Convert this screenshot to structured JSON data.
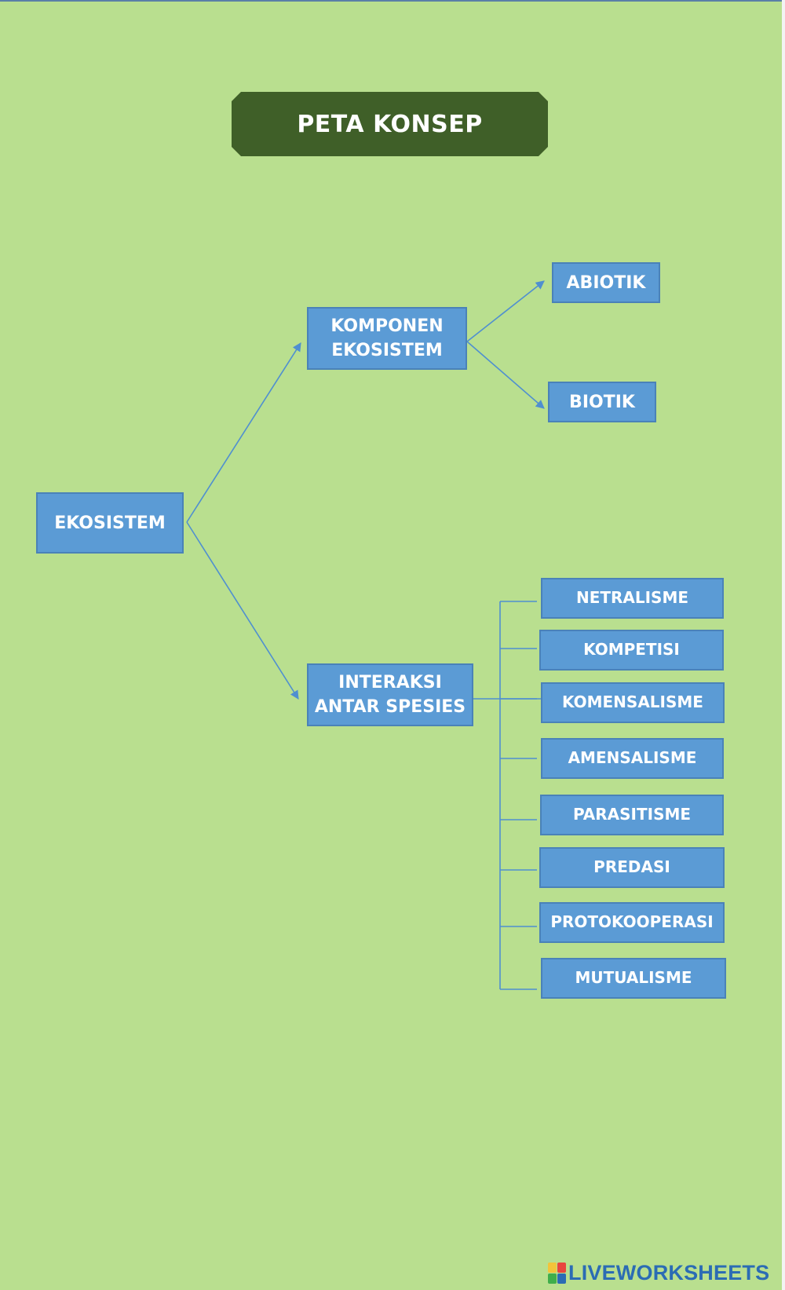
{
  "title": "PETA KONSEP",
  "nodes": {
    "ekosistem": "EKOSISTEM",
    "komponen": "KOMPONEN\nEKOSISTEM",
    "interaksi": "INTERAKSI\nANTAR SPESIES",
    "abiotik": "ABIOTIK",
    "biotik": "BIOTIK"
  },
  "interactions": [
    "NETRALISME",
    "KOMPETISI",
    "KOMENSALISME",
    "AMENSALISME",
    "PARASITISME",
    "PREDASI",
    "PROTOKOOPERASI",
    "MUTUALISME"
  ],
  "watermark": "LIVEWORKSHEETS",
  "colors": {
    "background": "#b9df8f",
    "banner": "#3f5f28",
    "box": "#5b9bd5",
    "box_border": "#4a82b8",
    "line": "#4f8fd0"
  }
}
